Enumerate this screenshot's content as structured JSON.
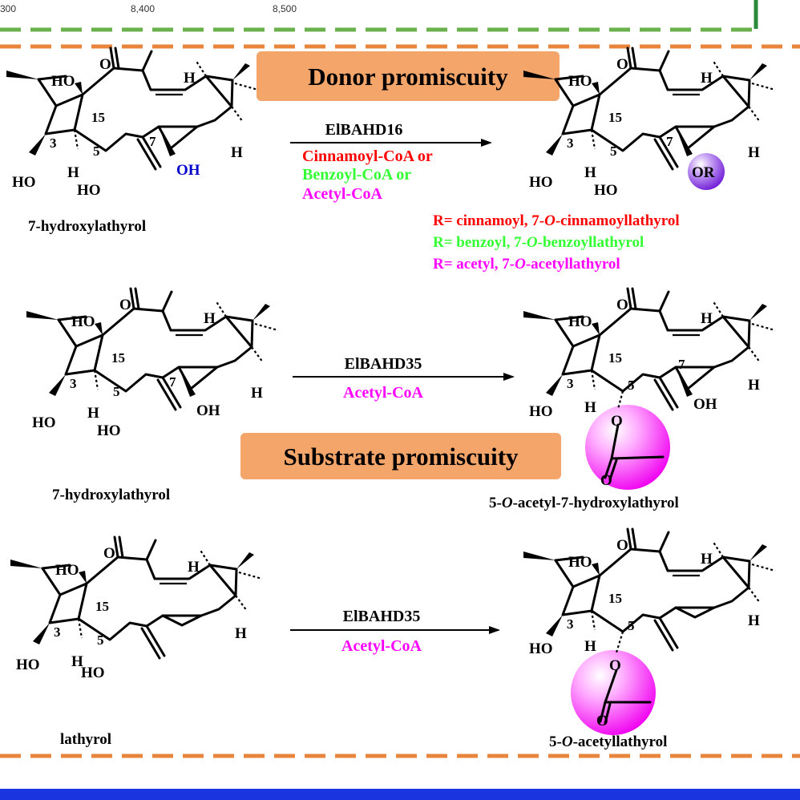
{
  "top_axis": {
    "ticks": [
      "300",
      "8,400",
      "8,500"
    ]
  },
  "colors": {
    "dash_green": "#6ab04c",
    "dash_orange": "#e8853d",
    "banner_fill": "#f3a56a",
    "red": "#ff0000",
    "green": "#33ff33",
    "magenta": "#ff00ff",
    "blue": "#0000cc",
    "bottom_bar": "#1a35e0"
  },
  "section1": {
    "banner": "Donor promiscuity",
    "enzyme": "ElBAHD16",
    "donors": [
      "Cinnamoyl-CoA or",
      "Benzoyl-CoA or",
      "Acetyl-CoA"
    ],
    "substrate_name": "7-hydroxylathyrol",
    "product_group": "OR",
    "r_lines": [
      {
        "r": "R= cinnamoyl, ",
        "p1": "7-",
        "o": "O",
        "p2": "-cinnamoyllathyrol"
      },
      {
        "r": "R= benzoyl, ",
        "p1": "7-",
        "o": "O",
        "p2": "-benzoyllathyrol"
      },
      {
        "r": "R= acetyl, ",
        "p1": "7-",
        "o": "O",
        "p2": "-acetyllathyrol"
      }
    ]
  },
  "section2": {
    "banner": "Substrate promiscuity",
    "enzyme": "ElBAHD35",
    "donor": "Acetyl-CoA",
    "substrate_name": "7-hydroxylathyrol",
    "product_name": {
      "p1": "5-",
      "o": "O",
      "p2": "-acetyl-7-hydroxylathyrol"
    }
  },
  "section3": {
    "enzyme": "ElBAHD35",
    "donor": "Acetyl-CoA",
    "substrate_name": "lathyrol",
    "product_name": {
      "p1": "5-",
      "o": "O",
      "p2": "-acetyllathyrol"
    }
  },
  "atoms": {
    "o": "O",
    "ho": "HO",
    "h": "H",
    "oh": "OH",
    "n15": "15",
    "n3": "3",
    "n5": "5",
    "n7": "7"
  }
}
